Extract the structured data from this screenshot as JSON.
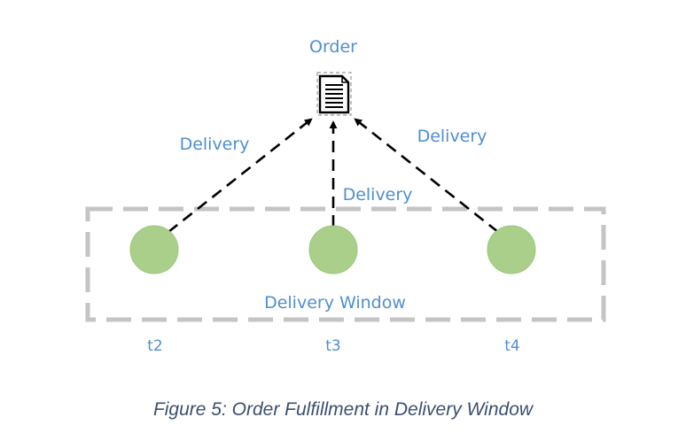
{
  "order": {
    "label": "Order",
    "icon": "document-icon"
  },
  "edges": [
    {
      "label": "Delivery",
      "from": "t2",
      "to": "order"
    },
    {
      "label": "Delivery",
      "from": "t3",
      "to": "order"
    },
    {
      "label": "Delivery",
      "from": "t4",
      "to": "order"
    }
  ],
  "window": {
    "label": "Delivery Window"
  },
  "nodes": [
    {
      "id": "t2",
      "label": "t2"
    },
    {
      "id": "t3",
      "label": "t3"
    },
    {
      "id": "t4",
      "label": "t4"
    }
  ],
  "caption": "Figure 5: Order Fulfillment in Delivery Window",
  "colors": {
    "label": "#4f8fcf",
    "node_fill": "#a9cf8b",
    "node_stroke": "#9dc77d",
    "window_border": "#c4c4c4",
    "arrow": "#000000",
    "caption": "#3c4f6d"
  }
}
